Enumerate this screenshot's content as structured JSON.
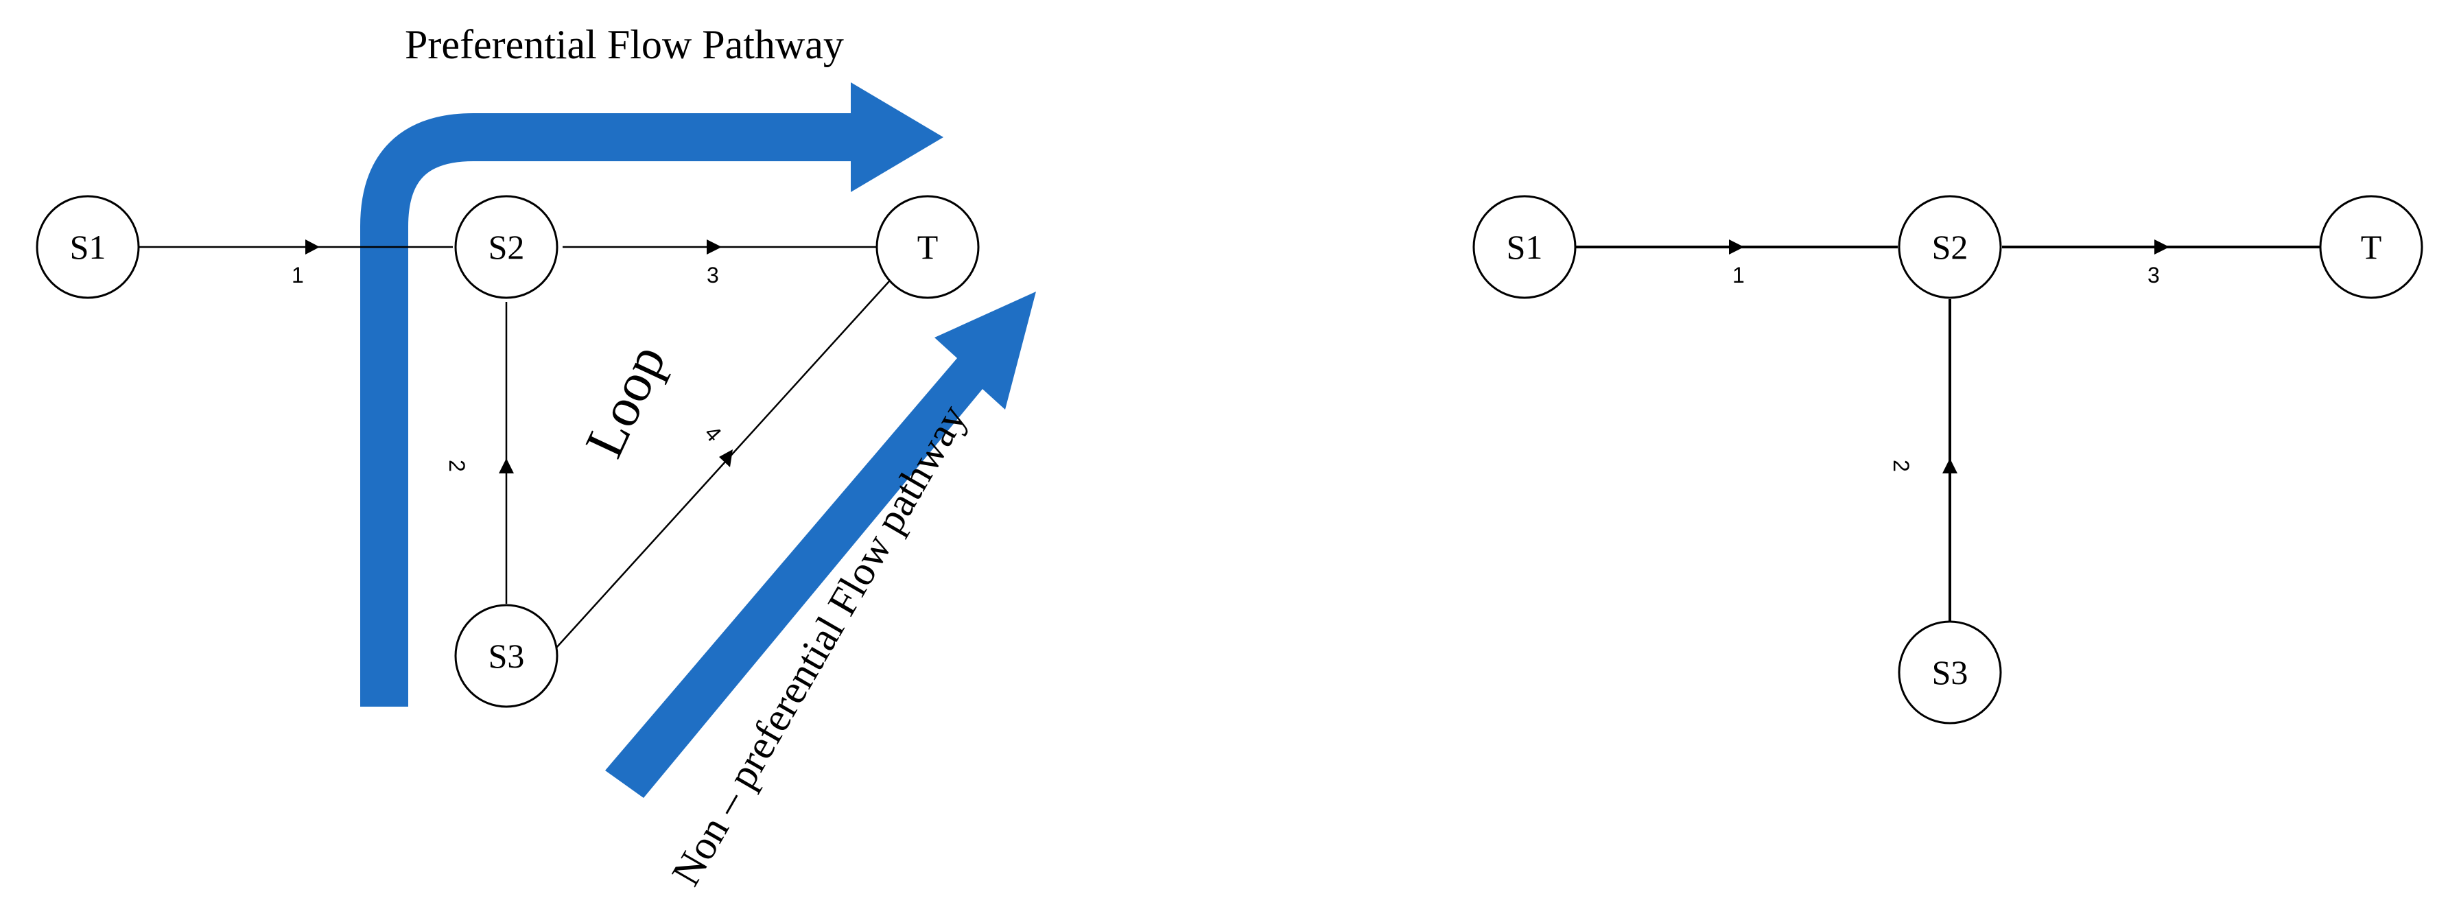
{
  "left_panel": {
    "preferential_label": "Preferential Flow Pathway",
    "non_preferential_label": "Non – preferential Flow pathway",
    "loop_label": "Loop",
    "nodes": {
      "s1": "S1",
      "s2": "S2",
      "s3": "S3",
      "t": "T"
    },
    "edges": {
      "e1": "1",
      "e2": "2",
      "e3": "3",
      "e4": "4"
    }
  },
  "right_panel": {
    "nodes": {
      "s1": "S1",
      "s2": "S2",
      "s3": "S3",
      "t": "T"
    },
    "edges": {
      "e1": "1",
      "e2": "2",
      "e3": "3"
    }
  },
  "colors": {
    "flow_arrow": "#1f6fc4"
  }
}
